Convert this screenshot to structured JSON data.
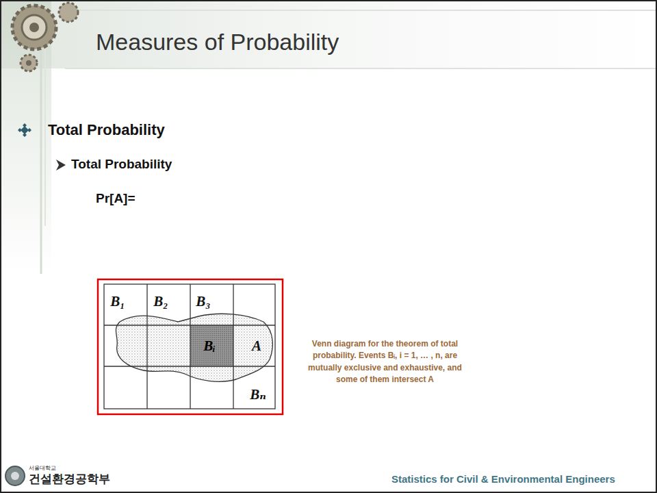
{
  "diagram": {
    "title": "Measures of Probability",
    "caption": "Venn diagram for the theorem of total probability. Events Bᵢ, i = 1, … , n, are mutually exclusive and exhaustive, and some of them intersect A",
    "labels": [
      "Total Probability",
      "Total Probability",
      "Pr[A]=",
      "B₁",
      "B₂",
      "B₃",
      "Bᵢ",
      "A",
      "Bₙ",
      "서울대학교",
      "건설환경공학부",
      "Statistics for Civil & Environmental Engineers"
    ]
  }
}
